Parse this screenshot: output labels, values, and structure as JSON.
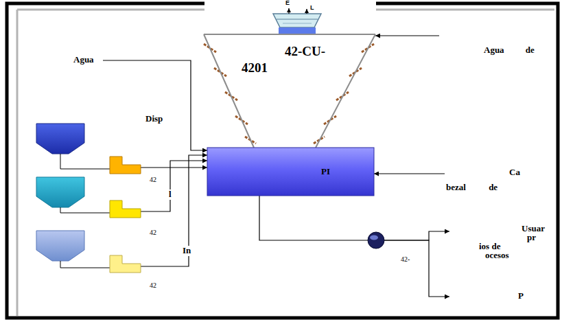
{
  "diagram": {
    "nodes": [
      {
        "text": [
          "Agua"
        ]
      },
      {
        "text": [
          "42-CU-",
          "4201"
        ]
      },
      {
        "text": [
          "Agua de"
        ]
      },
      {
        "text": [
          "PI"
        ]
      },
      {
        "text": [
          "Ca",
          "bezal de"
        ]
      },
      {
        "text": [
          "42"
        ]
      },
      {
        "text": [
          "42"
        ]
      },
      {
        "text": [
          "42"
        ]
      },
      {
        "text": [
          "42-"
        ]
      },
      {
        "text": [
          "Usuar",
          "pr",
          "ios de",
          "ocesos"
        ]
      },
      {
        "text": [
          "P"
        ]
      }
    ],
    "edges": [
      {
        "from": 0,
        "to": 3,
        "arrow": "to"
      },
      {
        "from": 2,
        "to": 1,
        "arrow": "to"
      },
      {
        "from": 5,
        "to": 3,
        "label": "Disp",
        "arrow": "to"
      },
      {
        "from": 6,
        "to": 3,
        "label": "l",
        "arrow": "to"
      },
      {
        "from": 7,
        "to": 3,
        "label": "In",
        "arrow": "to"
      },
      {
        "from": 4,
        "to": 3,
        "arrow": "to"
      },
      {
        "from": 3,
        "to": 8,
        "arrow": "none"
      },
      {
        "from": 8,
        "to": 9,
        "arrow": "to"
      },
      {
        "from": 8,
        "to": 10,
        "arrow": "to"
      }
    ],
    "labels": [
      "E",
      "L"
    ]
  }
}
